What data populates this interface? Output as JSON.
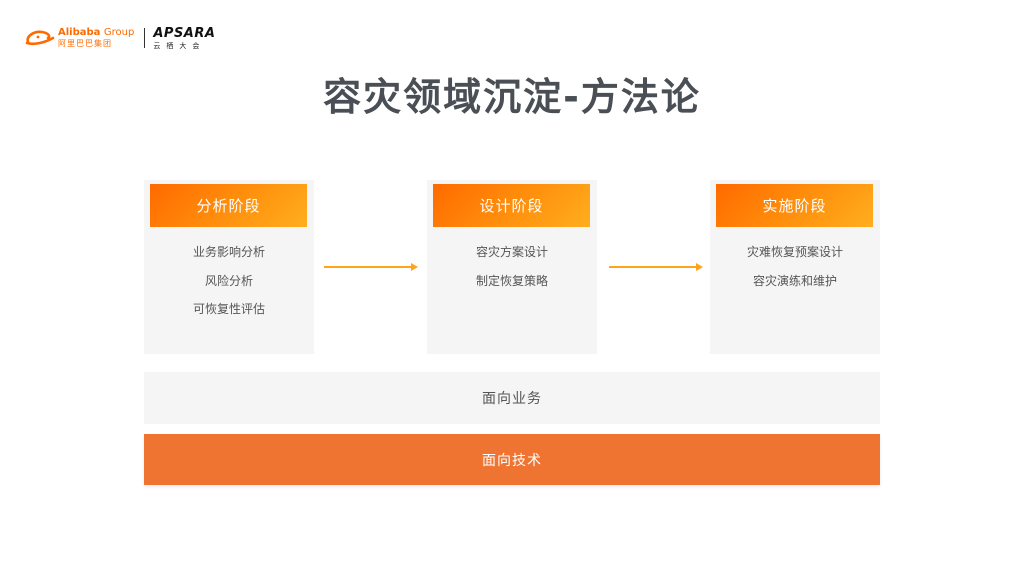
{
  "header": {
    "logo_alibaba_en": "Alibaba",
    "logo_alibaba_group": "Group",
    "logo_alibaba_cn": "阿里巴巴集团",
    "logo_apsara_en": "APSARA",
    "logo_apsara_cn": "云栖大会"
  },
  "page_title": "容灾领域沉淀-方法论",
  "stages": [
    {
      "title": "分析阶段",
      "items": [
        "业务影响分析",
        "风险分析",
        "可恢复性评估"
      ]
    },
    {
      "title": "设计阶段",
      "items": [
        "容灾方案设计",
        "制定恢复策略"
      ]
    },
    {
      "title": "实施阶段",
      "items": [
        "灾难恢复预案设计",
        "容灾演练和维护"
      ]
    }
  ],
  "bands": {
    "business": "面向业务",
    "technology": "面向技术"
  },
  "colors": {
    "accent_orange": "#ff6a00",
    "header_gradient_end": "#ffae1e",
    "arrow": "#ffa41b",
    "tech_band": "#ef7431",
    "card_bg": "#f5f5f5",
    "title_text": "#4a4f55"
  }
}
